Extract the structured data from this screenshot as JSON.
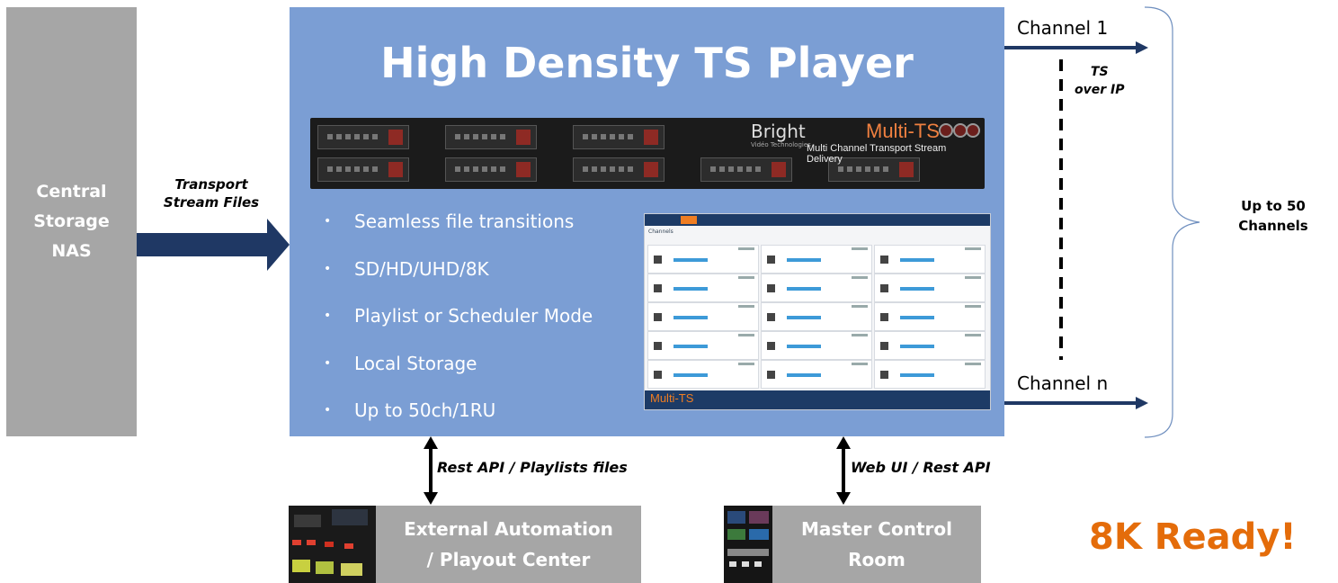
{
  "storage": {
    "lines": [
      "Central",
      "Storage",
      "NAS"
    ]
  },
  "transfer_label": {
    "lines": [
      "Transport",
      "Stream Files"
    ]
  },
  "player": {
    "title": "High Density TS Player",
    "rack": {
      "brand": "Bright",
      "brand_sub": "Vidéo Technologies",
      "model": "Multi-TS",
      "subtitle": "Multi Channel Transport Stream Delivery"
    },
    "features": [
      "Seamless file transitions",
      "SD/HD/UHD/8K",
      "Playlist or Scheduler Mode",
      "Local Storage",
      "Up to 50ch/1RU"
    ],
    "thumbnail": {
      "logo": "Multi-TS",
      "section": "Channels"
    }
  },
  "outputs": {
    "channel_first": "Channel 1",
    "channel_last": "Channel n",
    "transport_label": [
      "TS",
      "over IP"
    ],
    "capacity": [
      "Up to 50",
      "Channels"
    ]
  },
  "interfaces": {
    "automation_link": "Rest API / Playlists files",
    "control_link": "Web UI / Rest API"
  },
  "bottom": {
    "automation_box": [
      "External Automation",
      "/ Playout Center"
    ],
    "control_box": [
      "Master Control",
      "Room"
    ],
    "tagline": "8K Ready!"
  },
  "colors": {
    "panel": "#7b9ed4",
    "grey_box": "#a6a6a6",
    "arrow": "#1f3864",
    "accent": "#e46c0a"
  }
}
